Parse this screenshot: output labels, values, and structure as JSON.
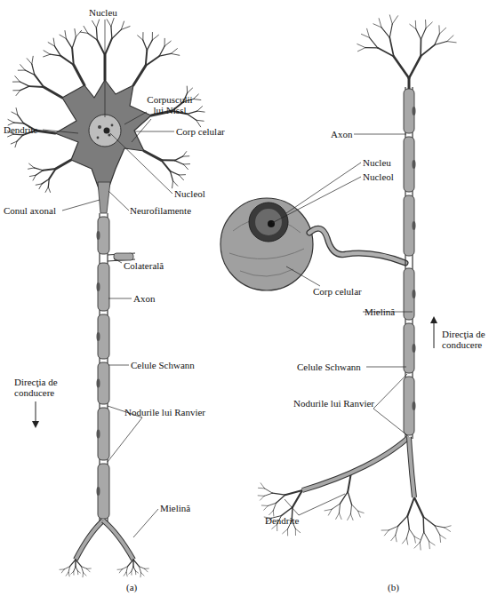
{
  "diagram": {
    "labels": [
      "Nucleu",
      "Corpusculii lui Nissl",
      "Dendrite",
      "Corp celular",
      "Nucleol",
      "Conul axonal",
      "Neurofilamente",
      "Colaterală",
      "Axon",
      "Celule Schwann",
      "Direcţia de conducere",
      "Nodurile lui Ranvier",
      "Mielină",
      "(a)",
      "Axon",
      "Nucleu",
      "Nucleol",
      "Corp celular",
      "Mielină",
      "Direcţia de conducere",
      "Celule Schwann",
      "Nodurile lui Ranvier",
      "Dendrite",
      "(b)"
    ]
  }
}
